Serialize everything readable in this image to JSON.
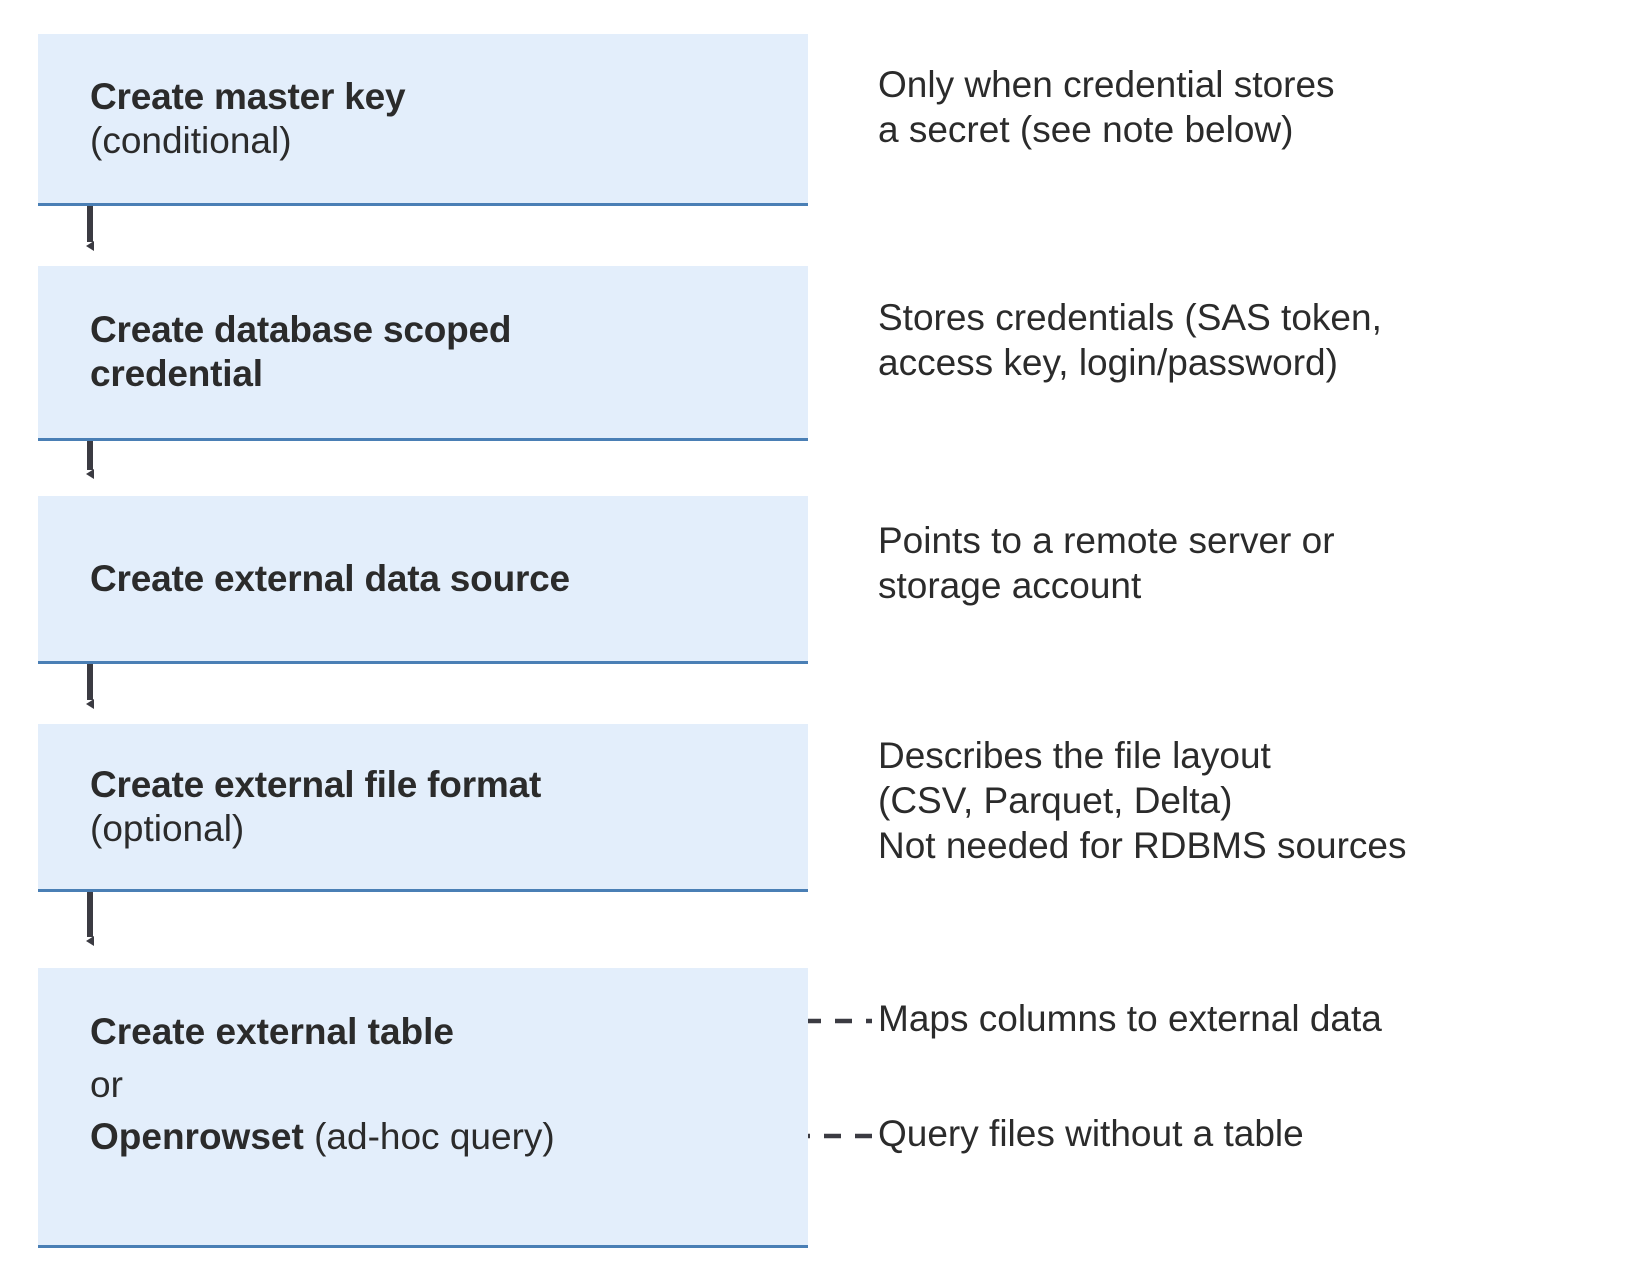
{
  "diagram": {
    "type": "flowchart",
    "orientation": "vertical",
    "colors": {
      "box_fill": "#e3eefb",
      "box_border": "#4a7fb5",
      "text": "#2b2b2b",
      "arrow": "#3b3b42",
      "background": "#ffffff"
    },
    "steps": [
      {
        "id": "create-master-key",
        "title": "Create master key",
        "subtitle": "(conditional)",
        "note": "Only when credential stores\na secret (see note below)"
      },
      {
        "id": "create-database-scoped-credential",
        "title": "Create database scoped\ncredential",
        "subtitle": "",
        "note": "Stores credentials (SAS token,\naccess key, login/password)"
      },
      {
        "id": "create-external-data-source",
        "title": "Create external data source",
        "subtitle": "",
        "note": "Points to a remote server or\nstorage account"
      },
      {
        "id": "create-external-file-format",
        "title": "Create external file format",
        "subtitle": "(optional)",
        "note": "Describes the file layout\n(CSV, Parquet, Delta)\nNot needed for RDBMS sources"
      }
    ],
    "final_step": {
      "id": "create-external-table-or-openrowset",
      "option_a_bold": "Create external table",
      "separator": "or",
      "option_b_bold": "Openrowset",
      "option_b_rest": " (ad-hoc query)",
      "note_a": "Maps columns to external data",
      "note_b": "Query files without a table",
      "connector_style": "dashed"
    }
  }
}
